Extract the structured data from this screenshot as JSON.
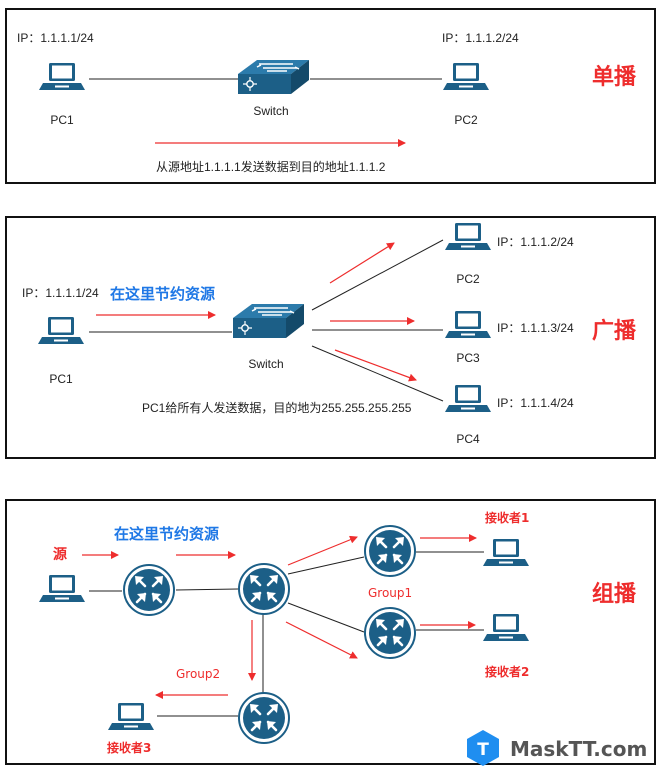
{
  "colors": {
    "accent_red": "#ee2d2d",
    "blue_text": "#1f78e6",
    "device_blue": "#1c5f87"
  },
  "unicast": {
    "title": "单播",
    "pc1": {
      "ip": "IP：1.1.1.1/24",
      "name": "PC1"
    },
    "switch": {
      "name": "Switch"
    },
    "pc2": {
      "ip": "IP：1.1.1.2/24",
      "name": "PC2"
    },
    "caption": "从源地址1.1.1.1发送数据到目的地址1.1.1.2"
  },
  "broadcast": {
    "title": "广播",
    "pc1": {
      "ip": "IP：1.1.1.1/24",
      "name": "PC1"
    },
    "save_note": "在这里节约资源",
    "switch": {
      "name": "Switch"
    },
    "pc2": {
      "ip": "IP：1.1.1.2/24",
      "name": "PC2"
    },
    "pc3": {
      "ip": "IP：1.1.1.3/24",
      "name": "PC3"
    },
    "pc4": {
      "ip": "IP：1.1.1.4/24",
      "name": "PC4"
    },
    "caption": "PC1给所有人发送数据，目的地为255.255.255.255"
  },
  "multicast": {
    "title": "组播",
    "source": "源",
    "save_note": "在这里节约资源",
    "group1": "Group1",
    "group2": "Group2",
    "receiver1": "接收者1",
    "receiver2": "接收者2",
    "receiver3": "接收者3"
  },
  "watermark": {
    "text": "MaskTT.com",
    "logo_letter": "T"
  },
  "icons": [
    "laptop-icon",
    "switch-icon",
    "router-icon"
  ]
}
